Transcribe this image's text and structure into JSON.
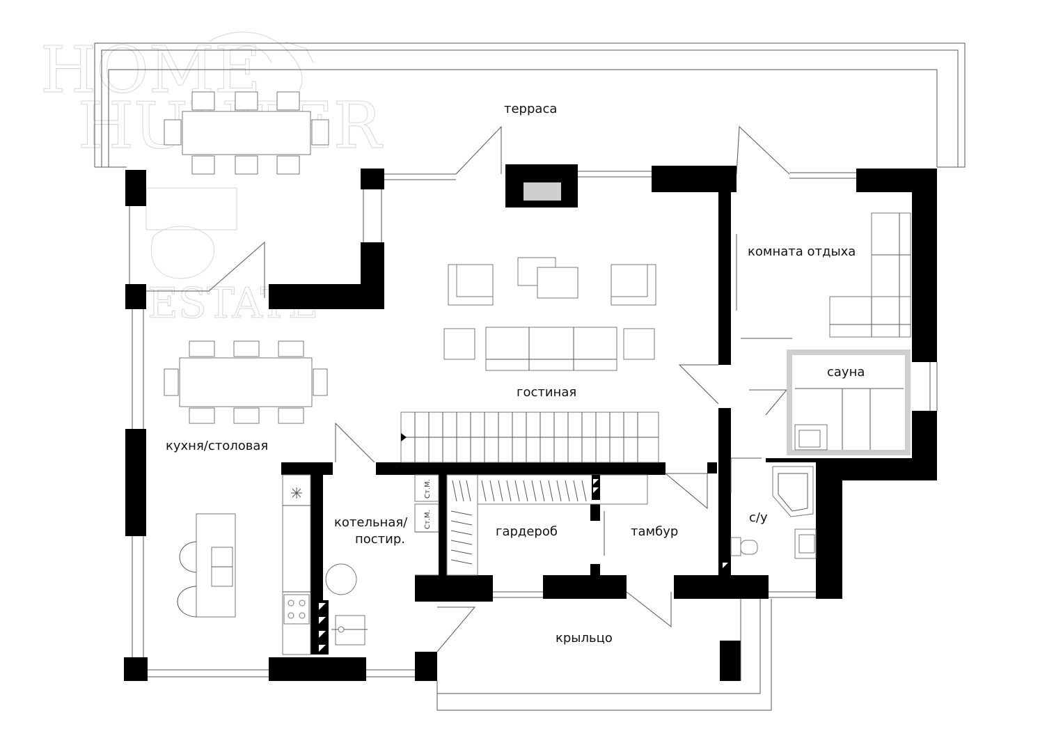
{
  "rooms": {
    "terrace": "терраса",
    "rest_room": "комната отдыха",
    "sauna": "сауна",
    "living": "гостиная",
    "kitchen": "кухня/столовая",
    "boiler_line1": "котельная/",
    "boiler_line2": "постир.",
    "wardrobe": "гардероб",
    "vestibule": "тамбур",
    "bathroom": "с/у",
    "porch": "крыльцо"
  },
  "appliance_labels": {
    "washer_1": "Ст.М.",
    "washer_2": "Ст.М."
  },
  "watermark": {
    "line1": "HOME",
    "line2": "HUNTER",
    "line3": "ESTATE"
  },
  "colors": {
    "wall": "#000000",
    "line": "#555555",
    "furniture": "#777777",
    "watermark": "#d6d6d6",
    "sauna_frame": "#cfcfcf"
  }
}
